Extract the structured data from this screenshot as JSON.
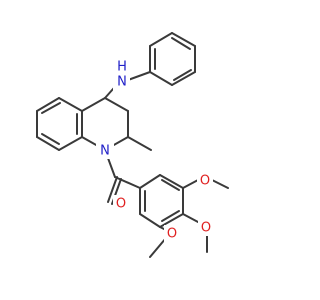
{
  "molecule": {
    "atom_labels": {
      "amine_n": "N",
      "amine_h": "H",
      "ring_n": "N",
      "carbonyl_o": "O",
      "methoxy_o_1": "O",
      "methoxy_o_2": "O",
      "methoxy_o_3": "O"
    },
    "colors": {
      "bond": "#3a3a3a",
      "nitrogen": "#2020c8",
      "oxygen": "#e02020"
    }
  }
}
